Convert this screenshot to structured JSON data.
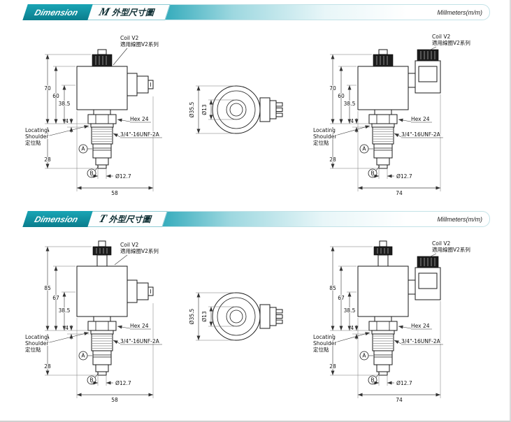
{
  "sections": [
    {
      "header": {
        "label": "Dimension",
        "title_letter": "M",
        "title_text": "外型尺寸圖",
        "units": "Millmeters(m/m)"
      },
      "side_view_left": {
        "coil_note_line1": "Coil V2",
        "coil_note_line2": "適用線圈V2系列",
        "dim_height_total": "70",
        "dim_height_coil": "60",
        "dim_height_mid": "38.5",
        "dim_shoulder": "4",
        "dim_cartridge": "28",
        "dim_width": "58",
        "dim_tip_diameter": "Ø12.7",
        "locating_line1": "Locating",
        "locating_line2": "Shoulder",
        "locating_line3": "定位點",
        "hex_label": "Hex 24",
        "thread_label": "3/4\"-16UNF-2A",
        "marker_a": "A",
        "marker_b": "B"
      },
      "top_view": {
        "outer_diameter": "Ø35.5",
        "inner_diameter": "Ø13"
      },
      "side_view_right": {
        "coil_note_line1": "Coil V2",
        "coil_note_line2": "適用線圈V2系列",
        "dim_height_total": "70",
        "dim_height_coil": "60",
        "dim_height_mid": "38.5",
        "dim_shoulder": "4",
        "dim_cartridge": "28",
        "dim_width": "74",
        "dim_tip_diameter": "Ø12.7",
        "locating_line1": "Locating",
        "locating_line2": "Shoulder",
        "locating_line3": "定位點",
        "hex_label": "Hex 24",
        "thread_label": "3/4\"-16UNF-2A",
        "marker_a": "A",
        "marker_b": "B"
      }
    },
    {
      "header": {
        "label": "Dimension",
        "title_letter": "T",
        "title_text": "外型尺寸圖",
        "units": "Millmeters(m/m)"
      },
      "side_view_left": {
        "coil_note_line1": "Coil V2",
        "coil_note_line2": "適用線圈V2系列",
        "dim_height_total": "85",
        "dim_height_coil": "67",
        "dim_height_mid": "38.5",
        "dim_shoulder": "4",
        "dim_cartridge": "28",
        "dim_width": "58",
        "dim_tip_diameter": "Ø12.7",
        "locating_line1": "Locating",
        "locating_line2": "Shoulder",
        "locating_line3": "定位點",
        "hex_label": "Hex 24",
        "thread_label": "3/4\"-16UNF-2A",
        "marker_a": "A",
        "marker_b": "B"
      },
      "top_view": {
        "outer_diameter": "Ø35.5",
        "inner_diameter": "Ø13"
      },
      "side_view_right": {
        "coil_note_line1": "Coil V2",
        "coil_note_line2": "適用線圈V2系列",
        "dim_height_total": "85",
        "dim_height_coil": "67",
        "dim_height_mid": "38.5",
        "dim_shoulder": "4",
        "dim_cartridge": "28",
        "dim_width": "74",
        "dim_tip_diameter": "Ø12.7",
        "locating_line1": "Locating",
        "locating_line2": "Shoulder",
        "locating_line3": "定位點",
        "hex_label": "Hex 24",
        "thread_label": "3/4\"-16UNF-2A",
        "marker_a": "A",
        "marker_b": "B"
      }
    }
  ]
}
